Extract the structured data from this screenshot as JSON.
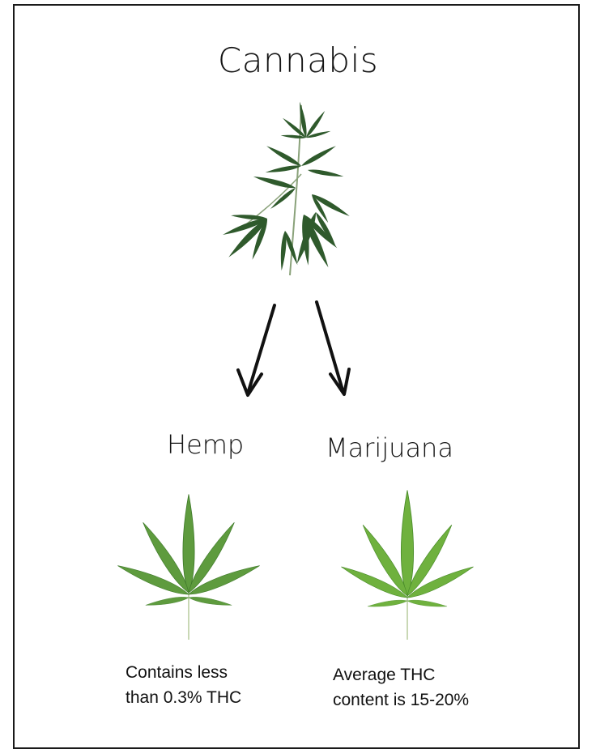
{
  "title": "Cannabis",
  "branches": [
    {
      "name": "Hemp",
      "description_lines": [
        "Contains less",
        "than 0.3% THC"
      ]
    },
    {
      "name": "Marijuana",
      "description_lines": [
        "Average THC",
        "content is 15-20%"
      ]
    }
  ],
  "icons": {
    "plant": "cannabis-plant-icon",
    "hemp_leaf": "hemp-leaf-icon",
    "marijuana_leaf": "marijuana-leaf-icon",
    "arrow": "down-arrow-icon"
  },
  "colors": {
    "leaf_dark": "#2f5a2c",
    "leaf_light": "#6ea94a",
    "ink": "#141414"
  }
}
